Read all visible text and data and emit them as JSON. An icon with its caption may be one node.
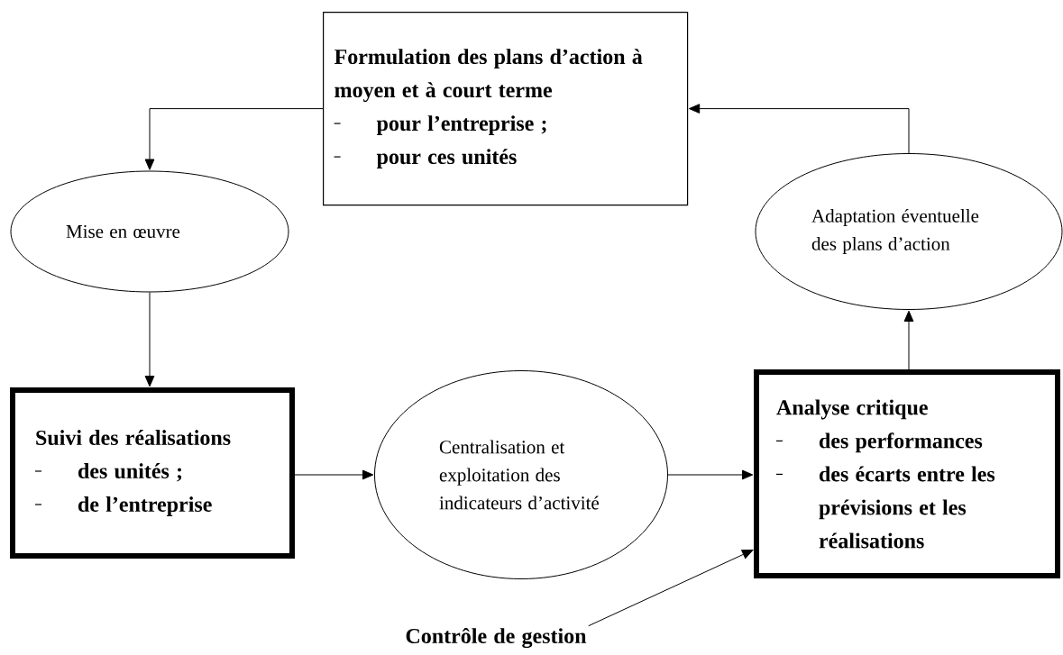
{
  "diagram": {
    "nodes": [
      {
        "text": [
          "Formulation des plans d’action à moyen et à court terme",
          "pour l’entreprise ;",
          "pour ces unités"
        ]
      },
      {
        "text": [
          "Mise en œuvre"
        ]
      },
      {
        "text": [
          "Adaptation éventuelle des plans d’action"
        ]
      },
      {
        "text": [
          "Suivi des réalisations",
          "des unités ;",
          "de l’entreprise"
        ]
      },
      {
        "text": [
          "Centralisation et exploitation des indicateurs d’activité"
        ]
      },
      {
        "text": [
          "Analyse critique",
          "des performances",
          "des écarts entre les prévisions et les réalisations"
        ]
      },
      {
        "text": [
          "Contrôle de gestion"
        ]
      }
    ],
    "edges": [
      {
        "from": 0,
        "to": 1,
        "arrow": "to"
      },
      {
        "from": 1,
        "to": 3,
        "arrow": "to"
      },
      {
        "from": 3,
        "to": 4,
        "arrow": "to"
      },
      {
        "from": 4,
        "to": 5,
        "arrow": "to"
      },
      {
        "from": 5,
        "to": 2,
        "arrow": "to"
      },
      {
        "from": 2,
        "to": 0,
        "arrow": "to"
      },
      {
        "from": 6,
        "to": 5,
        "arrow": "to"
      }
    ]
  }
}
